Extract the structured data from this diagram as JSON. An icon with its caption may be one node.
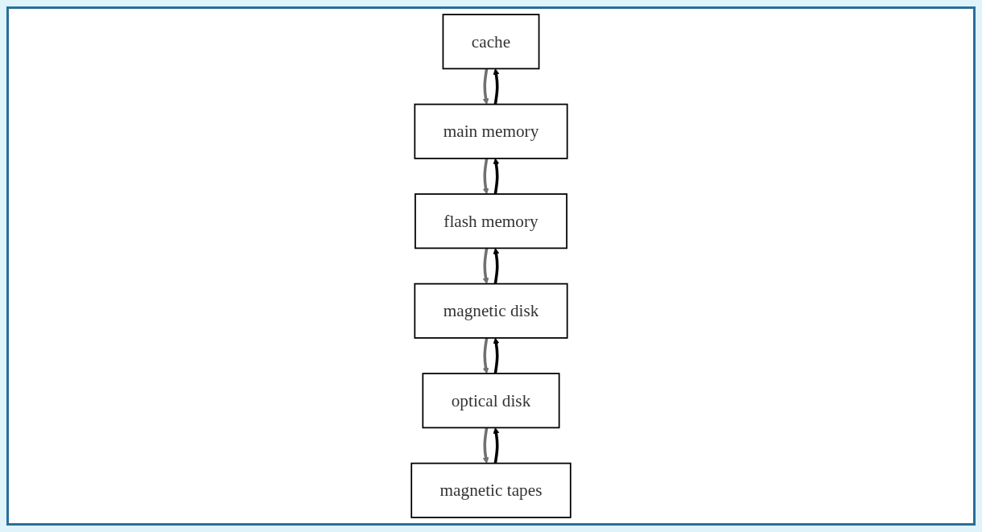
{
  "diagram": {
    "nodes": [
      {
        "text": [
          "cache"
        ]
      },
      {
        "text": [
          "main memory"
        ]
      },
      {
        "text": [
          "flash memory"
        ]
      },
      {
        "text": [
          "magnetic disk"
        ]
      },
      {
        "text": [
          "optical disk"
        ]
      },
      {
        "text": [
          "magnetic tapes"
        ]
      }
    ],
    "edges": [
      {
        "from": 0,
        "to": 1,
        "arrow": "to",
        "color": "#707070"
      },
      {
        "from": 1,
        "to": 0,
        "arrow": "to",
        "color": "#000000"
      },
      {
        "from": 1,
        "to": 2,
        "arrow": "to",
        "color": "#707070"
      },
      {
        "from": 2,
        "to": 1,
        "arrow": "to",
        "color": "#000000"
      },
      {
        "from": 2,
        "to": 3,
        "arrow": "to",
        "color": "#707070"
      },
      {
        "from": 3,
        "to": 2,
        "arrow": "to",
        "color": "#000000"
      },
      {
        "from": 3,
        "to": 4,
        "arrow": "to",
        "color": "#707070"
      },
      {
        "from": 4,
        "to": 3,
        "arrow": "to",
        "color": "#000000"
      },
      {
        "from": 4,
        "to": 5,
        "arrow": "to",
        "color": "#707070"
      },
      {
        "from": 5,
        "to": 4,
        "arrow": "to",
        "color": "#000000"
      }
    ]
  }
}
